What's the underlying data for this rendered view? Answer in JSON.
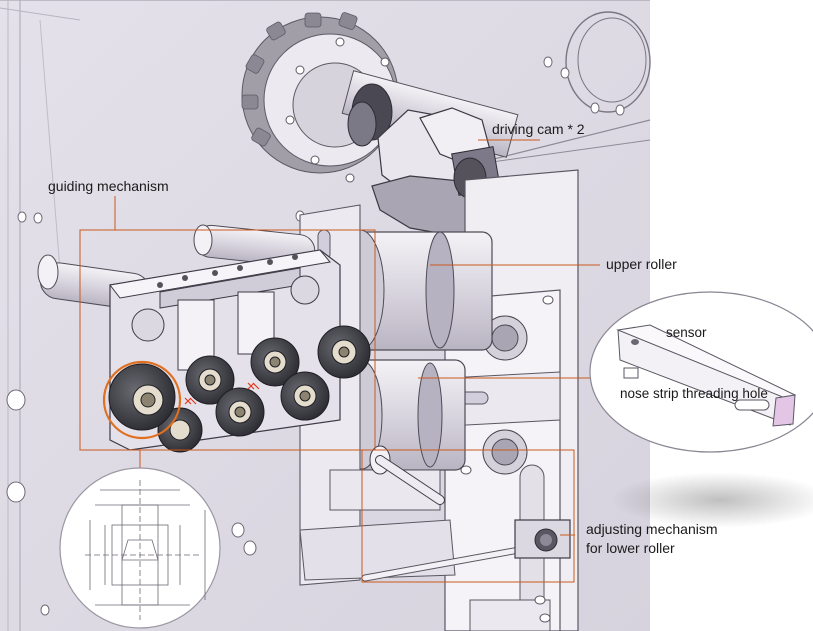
{
  "labels": {
    "driving_cam": "driving cam * 2",
    "guiding_mechanism": "guiding mechanism",
    "upper_roller": "upper roller",
    "sensor": "sensor",
    "nose_strip_hole": "nose strip threading hole",
    "adjusting_line1": "adjusting mechanism",
    "adjusting_line2": "for lower roller"
  },
  "colors": {
    "callout_line": "#c85a1e",
    "highlight_circle": "#e07020",
    "plate": "#e8e3ec",
    "roller_dark": "#3a3a40",
    "background_panel": "#dcd8e3"
  }
}
